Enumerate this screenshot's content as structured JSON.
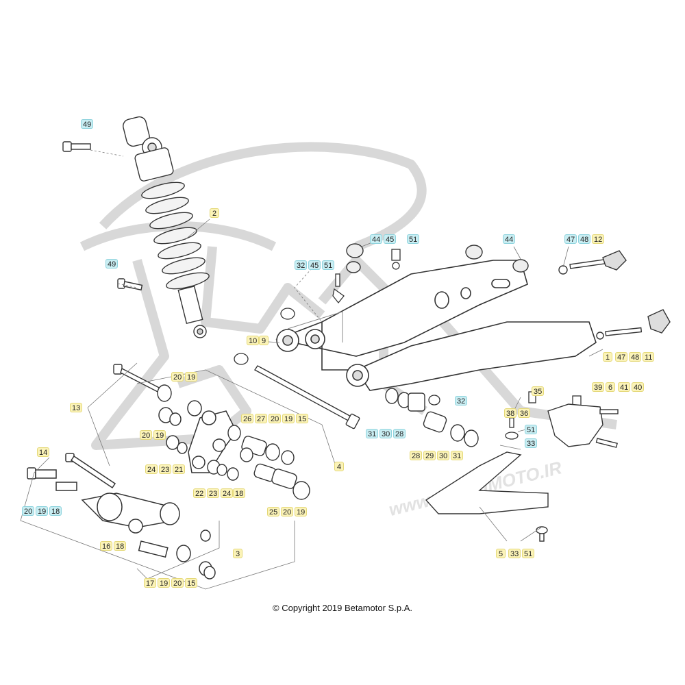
{
  "colors": {
    "blue_callout": "#c9eef3",
    "yellow_callout": "#fbf3b8",
    "line": "#444444",
    "watermark": "#d6d6d6"
  },
  "copyright": "© Copyright 2019 Betamotor S.p.A.",
  "watermark_text": "www.ATOMIMOTO.IR",
  "callouts": [
    {
      "id": "c49a",
      "label": "49",
      "style": "blue"
    },
    {
      "id": "c2",
      "label": "2",
      "style": "yellow"
    },
    {
      "id": "c49b",
      "label": "49",
      "style": "blue"
    },
    {
      "id": "c44a",
      "label": "44",
      "style": "blue"
    },
    {
      "id": "c45a",
      "label": "45",
      "style": "blue"
    },
    {
      "id": "c51a",
      "label": "51",
      "style": "blue"
    },
    {
      "id": "c44b",
      "label": "44",
      "style": "blue"
    },
    {
      "id": "c47a",
      "label": "47",
      "style": "blue"
    },
    {
      "id": "c48a",
      "label": "48",
      "style": "blue"
    },
    {
      "id": "c12",
      "label": "12",
      "style": "yellow"
    },
    {
      "id": "c32a",
      "label": "32",
      "style": "blue"
    },
    {
      "id": "c45b",
      "label": "45",
      "style": "blue"
    },
    {
      "id": "c51b",
      "label": "51",
      "style": "blue"
    },
    {
      "id": "c10",
      "label": "10",
      "style": "yellow"
    },
    {
      "id": "c9",
      "label": "9",
      "style": "yellow"
    },
    {
      "id": "c1",
      "label": "1",
      "style": "yellow"
    },
    {
      "id": "c47b",
      "label": "47",
      "style": "yellow"
    },
    {
      "id": "c48b",
      "label": "48",
      "style": "yellow"
    },
    {
      "id": "c11",
      "label": "11",
      "style": "yellow"
    },
    {
      "id": "c20a",
      "label": "20",
      "style": "yellow"
    },
    {
      "id": "c19a",
      "label": "19",
      "style": "yellow"
    },
    {
      "id": "c35",
      "label": "35",
      "style": "yellow"
    },
    {
      "id": "c39",
      "label": "39",
      "style": "yellow"
    },
    {
      "id": "c6",
      "label": "6",
      "style": "yellow"
    },
    {
      "id": "c41",
      "label": "41",
      "style": "yellow"
    },
    {
      "id": "c40",
      "label": "40",
      "style": "yellow"
    },
    {
      "id": "c32b",
      "label": "32",
      "style": "blue"
    },
    {
      "id": "c13",
      "label": "13",
      "style": "yellow"
    },
    {
      "id": "c26",
      "label": "26",
      "style": "yellow"
    },
    {
      "id": "c27",
      "label": "27",
      "style": "yellow"
    },
    {
      "id": "c20b",
      "label": "20",
      "style": "yellow"
    },
    {
      "id": "c19b",
      "label": "19",
      "style": "yellow"
    },
    {
      "id": "c15a",
      "label": "15",
      "style": "yellow"
    },
    {
      "id": "c38",
      "label": "38",
      "style": "yellow"
    },
    {
      "id": "c36",
      "label": "36",
      "style": "yellow"
    },
    {
      "id": "c20c",
      "label": "20",
      "style": "yellow"
    },
    {
      "id": "c19c",
      "label": "19",
      "style": "yellow"
    },
    {
      "id": "c31a",
      "label": "31",
      "style": "blue"
    },
    {
      "id": "c30a",
      "label": "30",
      "style": "blue"
    },
    {
      "id": "c28a",
      "label": "28",
      "style": "blue"
    },
    {
      "id": "c51c",
      "label": "51",
      "style": "blue"
    },
    {
      "id": "c33a",
      "label": "33",
      "style": "blue"
    },
    {
      "id": "c14",
      "label": "14",
      "style": "yellow"
    },
    {
      "id": "c24a",
      "label": "24",
      "style": "yellow"
    },
    {
      "id": "c23a",
      "label": "23",
      "style": "yellow"
    },
    {
      "id": "c21",
      "label": "21",
      "style": "yellow"
    },
    {
      "id": "c28b",
      "label": "28",
      "style": "yellow"
    },
    {
      "id": "c29",
      "label": "29",
      "style": "yellow"
    },
    {
      "id": "c30b",
      "label": "30",
      "style": "yellow"
    },
    {
      "id": "c31b",
      "label": "31",
      "style": "yellow"
    },
    {
      "id": "c4",
      "label": "4",
      "style": "yellow"
    },
    {
      "id": "c22",
      "label": "22",
      "style": "yellow"
    },
    {
      "id": "c23b",
      "label": "23",
      "style": "yellow"
    },
    {
      "id": "c24b",
      "label": "24",
      "style": "yellow"
    },
    {
      "id": "c18a",
      "label": "18",
      "style": "yellow"
    },
    {
      "id": "c20d",
      "label": "20",
      "style": "blue"
    },
    {
      "id": "c19d",
      "label": "19",
      "style": "blue"
    },
    {
      "id": "c18b",
      "label": "18",
      "style": "blue"
    },
    {
      "id": "c25",
      "label": "25",
      "style": "yellow"
    },
    {
      "id": "c20e",
      "label": "20",
      "style": "yellow"
    },
    {
      "id": "c19e",
      "label": "19",
      "style": "yellow"
    },
    {
      "id": "c16",
      "label": "16",
      "style": "yellow"
    },
    {
      "id": "c18c",
      "label": "18",
      "style": "yellow"
    },
    {
      "id": "c3",
      "label": "3",
      "style": "yellow"
    },
    {
      "id": "c5",
      "label": "5",
      "style": "yellow"
    },
    {
      "id": "c33b",
      "label": "33",
      "style": "yellow"
    },
    {
      "id": "c51d",
      "label": "51",
      "style": "yellow"
    },
    {
      "id": "c17",
      "label": "17",
      "style": "yellow"
    },
    {
      "id": "c19f",
      "label": "19",
      "style": "yellow"
    },
    {
      "id": "c20f",
      "label": "20",
      "style": "yellow"
    },
    {
      "id": "c15b",
      "label": "15",
      "style": "yellow"
    }
  ]
}
